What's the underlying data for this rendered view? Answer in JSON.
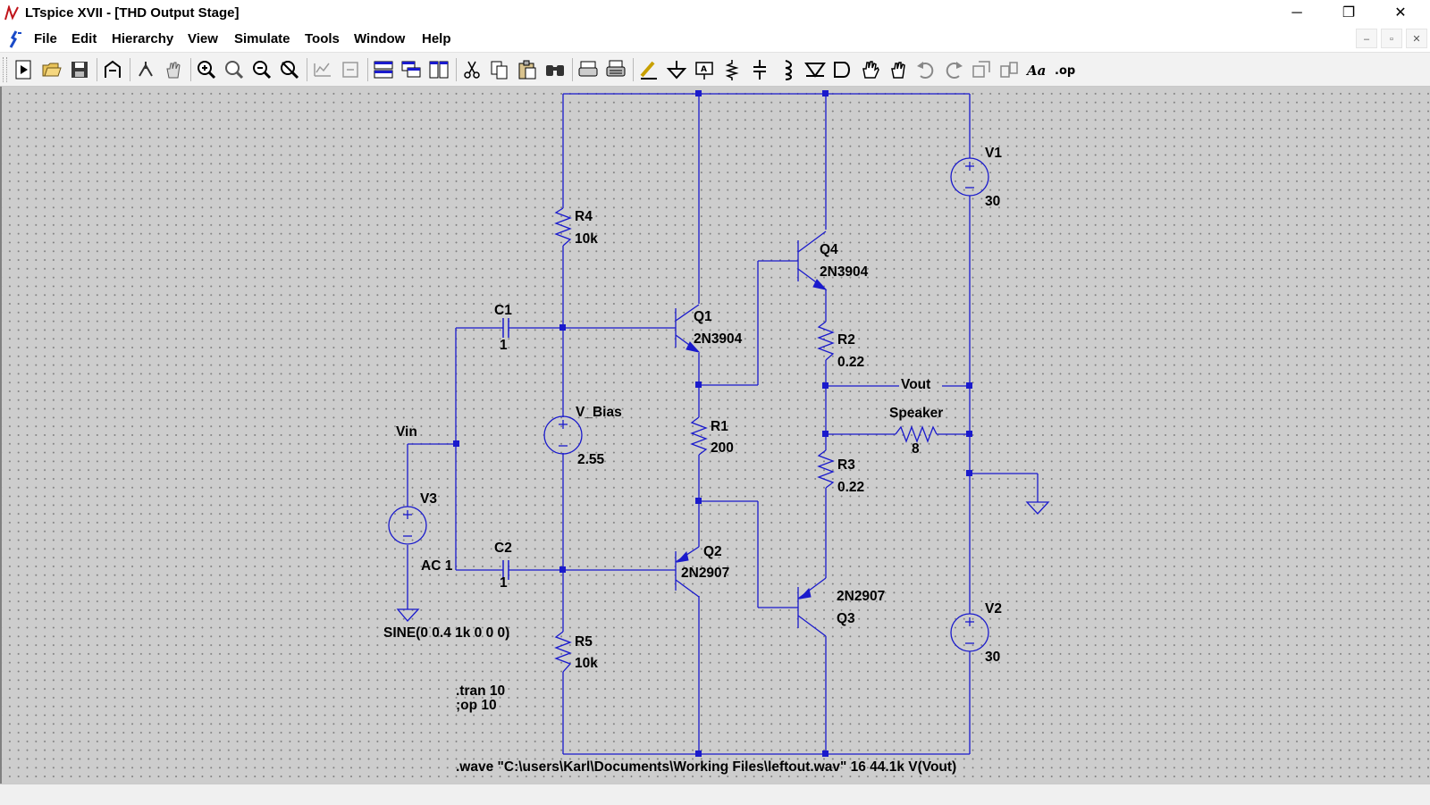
{
  "window": {
    "title": "LTspice XVII - [THD Output Stage]",
    "controls": {
      "minimize": "─",
      "restore": "❐",
      "close": "✕"
    }
  },
  "menu": {
    "items": [
      "File",
      "Edit",
      "Hierarchy",
      "View",
      "Simulate",
      "Tools",
      "Window",
      "Help"
    ],
    "mdi_controls": {
      "minimize": "–",
      "restore": "▫",
      "close": "✕"
    }
  },
  "toolbar": {
    "groups": [
      [
        "run-icon",
        "open-icon",
        "save-icon"
      ],
      [
        "control-panel-icon"
      ],
      [
        "halt-icon",
        "pan-hand-icon"
      ],
      [
        "zoom-in-icon",
        "zoom-fit-icon",
        "zoom-out-icon",
        "zoom-cancel-icon"
      ],
      [
        "autorange-icon",
        "mark-icon"
      ],
      [
        "tile-horizontal-icon",
        "cascade-icon",
        "tile-vertical-icon"
      ],
      [
        "cut-icon",
        "copy-icon",
        "paste-icon",
        "find-icon"
      ],
      [
        "print-icon",
        "print-setup-icon"
      ],
      [
        "draw-wire-icon",
        "ground-icon",
        "label-net-icon",
        "resistor-icon",
        "capacitor-icon",
        "inductor-icon",
        "diode-icon",
        "component-icon",
        "move-icon",
        "drag-icon",
        "undo-icon",
        "redo-icon",
        "rotate-icon",
        "mirror-icon",
        "text-icon",
        "spice-directive-icon"
      ]
    ],
    "text_glyphs": {
      "text-icon": "Aa",
      "spice-directive-icon": ".op"
    }
  },
  "schematic": {
    "colors": {
      "wire": "#1a1acc",
      "text": "#000000",
      "grid": "#cdcdcd",
      "junction": "#1a1acc"
    },
    "components": {
      "V1": {
        "name": "V1",
        "value": "30"
      },
      "V2": {
        "name": "V2",
        "value": "30"
      },
      "V3": {
        "name": "V3",
        "value": "AC 1",
        "waveform": "SINE(0 0.4 1k 0 0 0)"
      },
      "V_Bias": {
        "name": "V_Bias",
        "value": "2.55"
      },
      "R1": {
        "name": "R1",
        "value": "200"
      },
      "R2": {
        "name": "R2",
        "value": "0.22"
      },
      "R3": {
        "name": "R3",
        "value": "0.22"
      },
      "R4": {
        "name": "R4",
        "value": "10k"
      },
      "R5": {
        "name": "R5",
        "value": "10k"
      },
      "Speaker": {
        "name": "Speaker",
        "value": "8"
      },
      "C1": {
        "name": "C1",
        "value": "1"
      },
      "C2": {
        "name": "C2",
        "value": "1"
      },
      "Q1": {
        "name": "Q1",
        "model": "2N3904"
      },
      "Q2": {
        "name": "Q2",
        "model": "2N2907"
      },
      "Q3": {
        "name": "Q3",
        "model": "2N2907"
      },
      "Q4": {
        "name": "Q4",
        "model": "2N3904"
      }
    },
    "net_labels": {
      "vin": "Vin",
      "vout": "Vout"
    },
    "directives": {
      "tran": ".tran 10",
      "op": ";op 10",
      "wave": ".wave \"C:\\users\\Karl\\Documents\\Working Files\\leftout.wav\" 16 44.1k V(Vout)"
    }
  }
}
